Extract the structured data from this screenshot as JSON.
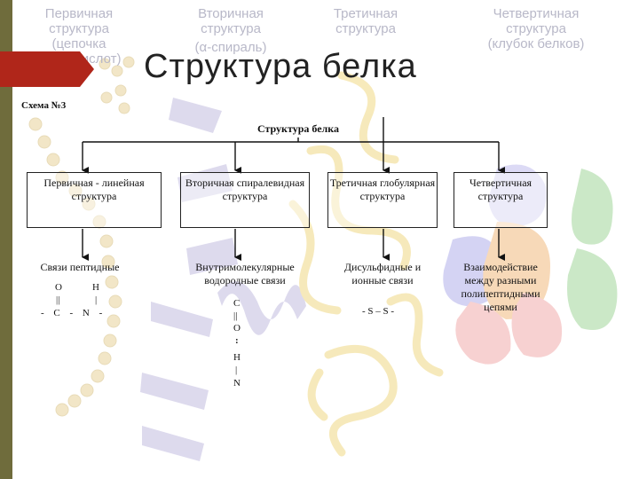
{
  "headers": [
    {
      "line1": "Первичная структура",
      "line2": "(цепочка аминокислот)"
    },
    {
      "line1": "Вторичная структура",
      "line2": "(α-спираль)"
    },
    {
      "line1": "Третичная структура",
      "line2": ""
    },
    {
      "line1": "Четвертичная структура",
      "line2": "(клубок белков)"
    }
  ],
  "title": "Структура белка",
  "schema_label": "Схема №3",
  "diagram": {
    "root": "Структура белка",
    "boxes": [
      "Первичная - линейная структура",
      "Вторичная спиралевидная структура",
      "Третичная глобулярная структура",
      "Четвертичная структура"
    ],
    "bonds": [
      "Связи пептидные",
      "Внутримолекулярные водородные связи",
      "Дисульфидные и ионные связи",
      "Взаимодействие между разными полипептидными цепями"
    ],
    "peptide_formula": {
      "top_left": "O",
      "top_right": "H",
      "double_bond": "||",
      "single_bond": "|",
      "chain": "- C - N -"
    },
    "hbond_formula": [
      "C",
      "||",
      "O",
      ":",
      "H",
      "|",
      "N"
    ],
    "disulfide_formula": "- S – S -"
  },
  "colors": {
    "sidebar": "#6f6c3c",
    "flag": "#b0261a",
    "header_text": "#b8b8c8",
    "helix": "#c7c2e2",
    "backbone": "#f1dc8e",
    "bead": "#ead7a2"
  }
}
